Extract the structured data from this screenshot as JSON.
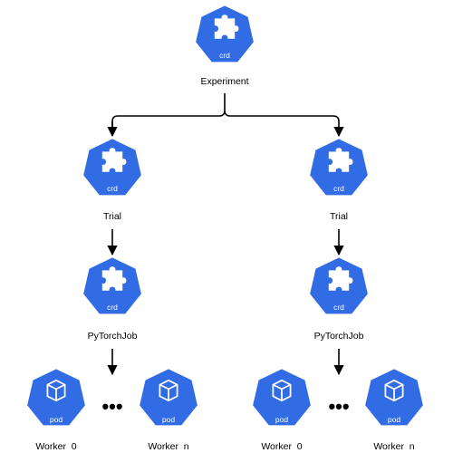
{
  "colors": {
    "node_fill": "#326CE5",
    "line": "#000000",
    "icon": "#ffffff"
  },
  "nodes": {
    "experiment": {
      "kind": "crd",
      "label": "Experiment",
      "icon": "puzzle-icon"
    },
    "trial_left": {
      "kind": "crd",
      "label": "Trial",
      "icon": "puzzle-icon"
    },
    "trial_right": {
      "kind": "crd",
      "label": "Trial",
      "icon": "puzzle-icon"
    },
    "pytorchjob_left": {
      "kind": "crd",
      "label": "PyTorchJob",
      "icon": "puzzle-icon"
    },
    "pytorchjob_right": {
      "kind": "crd",
      "label": "PyTorchJob",
      "icon": "puzzle-icon"
    },
    "worker0_left": {
      "kind": "pod",
      "label": "Worker  0",
      "icon": "cube-icon"
    },
    "workern_left": {
      "kind": "pod",
      "label": "Worker  n",
      "icon": "cube-icon"
    },
    "worker0_right": {
      "kind": "pod",
      "label": "Worker  0",
      "icon": "cube-icon"
    },
    "workern_right": {
      "kind": "pod",
      "label": "Worker  n",
      "icon": "cube-icon"
    }
  },
  "ellipsis": "•••"
}
